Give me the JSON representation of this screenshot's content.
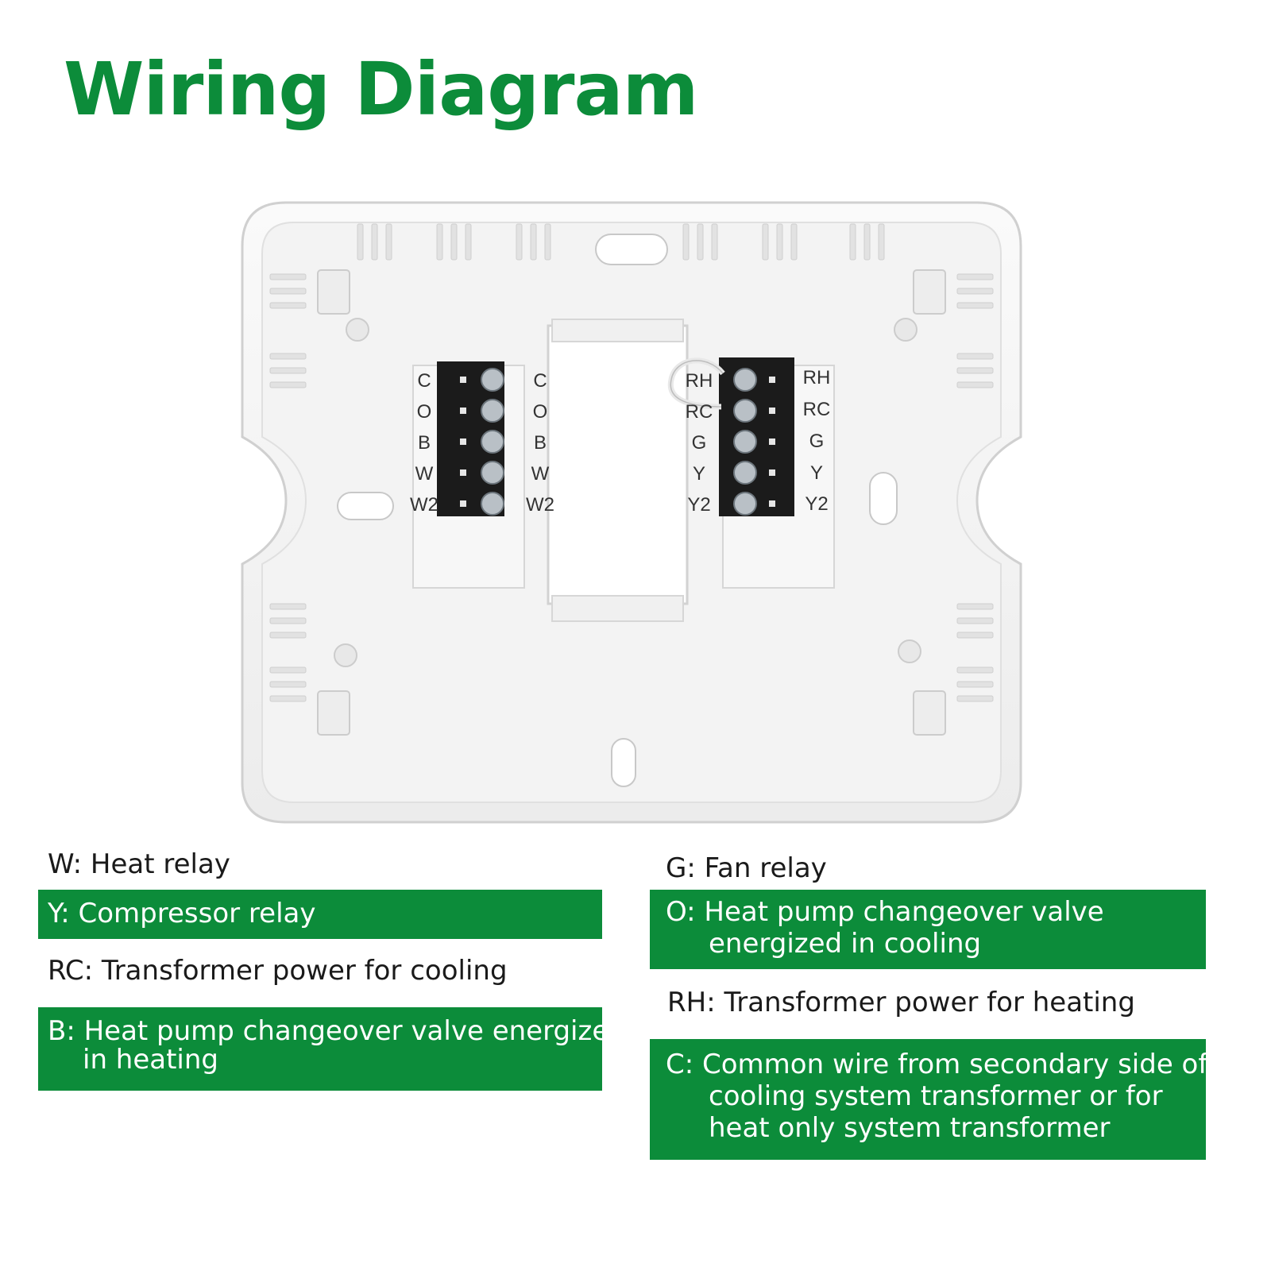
{
  "title": "Wiring Diagram",
  "colors": {
    "accent": "#0c8c3a",
    "text": "#1a1a1a",
    "plate": "#f4f4f4",
    "terminal_block": "#1b1b1b"
  },
  "plate": {
    "left_block": {
      "outer_labels": [
        "C",
        "O",
        "B",
        "W",
        "W2"
      ],
      "inner_labels": [
        "C",
        "O",
        "B",
        "W",
        "W2"
      ]
    },
    "right_block": {
      "inner_labels": [
        "RH",
        "RC",
        "G",
        "Y",
        "Y2"
      ],
      "outer_labels": [
        "RH",
        "RC",
        "G",
        "Y",
        "Y2"
      ]
    }
  },
  "legend": {
    "w": {
      "lines": [
        "W: Heat relay"
      ]
    },
    "y": {
      "lines": [
        "Y: Compressor relay"
      ]
    },
    "rc": {
      "lines": [
        "RC: Transformer power for cooling"
      ]
    },
    "b": {
      "lines": [
        "B: Heat pump changeover valve energized",
        "in heating"
      ]
    },
    "g": {
      "lines": [
        "G: Fan relay"
      ]
    },
    "o": {
      "lines": [
        "O: Heat pump changeover valve",
        "energized in cooling"
      ]
    },
    "rh": {
      "lines": [
        "RH: Transformer power for heating"
      ]
    },
    "c": {
      "lines": [
        "C: Common wire from secondary side of",
        "cooling system transformer or for",
        "heat only system transformer"
      ]
    }
  }
}
